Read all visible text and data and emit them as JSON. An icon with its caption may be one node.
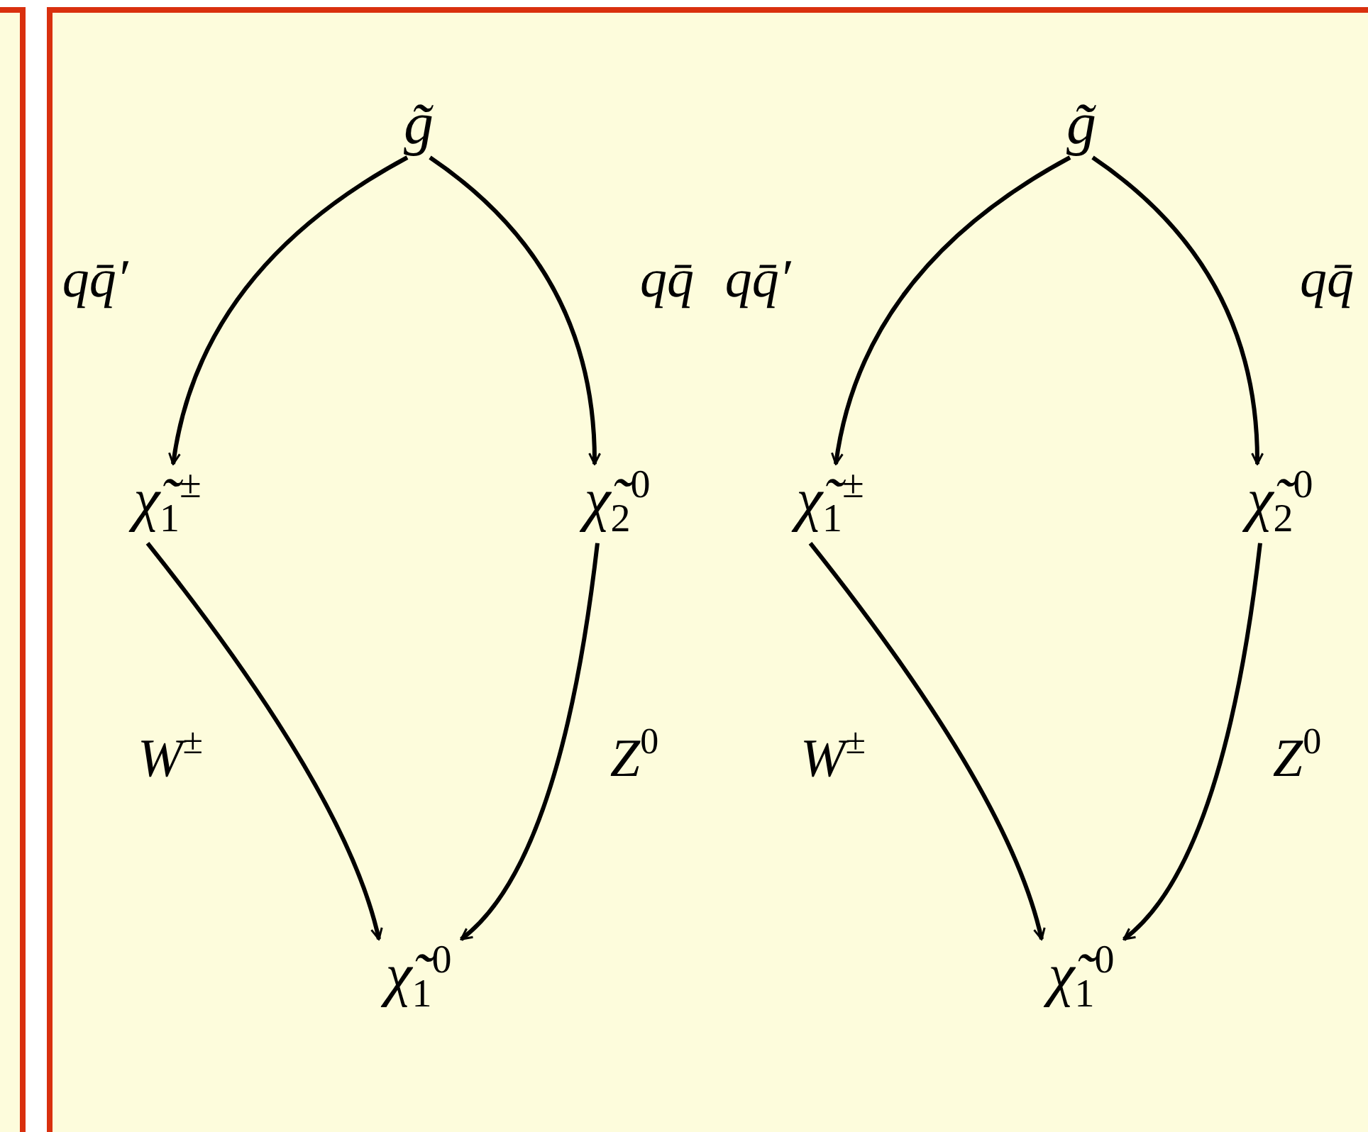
{
  "diagram": {
    "nodes": [
      {
        "text": [
          "g̃"
        ]
      },
      {
        "text": [
          "χ̃$_{1}$$^{±}$"
        ]
      },
      {
        "text": [
          "χ̃$_{2}$$^{0}$"
        ]
      },
      {
        "text": [
          "χ̃$_{1}$$^{0}$"
        ]
      },
      {
        "text": [
          "g̃"
        ]
      },
      {
        "text": [
          "χ̃$_{1}$$^{±}$"
        ]
      },
      {
        "text": [
          "χ̃$_{2}$$^{0}$"
        ]
      },
      {
        "text": [
          "χ̃$_{1}$$^{0}$"
        ]
      }
    ],
    "edges": [
      {
        "from": 0,
        "to": 1,
        "arrow": "to",
        "label": "qq̄′"
      },
      {
        "from": 0,
        "to": 2,
        "arrow": "to",
        "label": "qq̄"
      },
      {
        "from": 1,
        "to": 3,
        "arrow": "to",
        "label": "W$^{±}$"
      },
      {
        "from": 2,
        "to": 3,
        "arrow": "to",
        "label": "Z$^{0}$"
      },
      {
        "from": 4,
        "to": 5,
        "arrow": "to",
        "label": "qq̄′"
      },
      {
        "from": 4,
        "to": 6,
        "arrow": "to",
        "label": "qq̄"
      },
      {
        "from": 5,
        "to": 7,
        "arrow": "to",
        "label": "W$^{±}$"
      },
      {
        "from": 6,
        "to": 7,
        "arrow": "to",
        "label": "Z$^{0}$"
      }
    ]
  }
}
